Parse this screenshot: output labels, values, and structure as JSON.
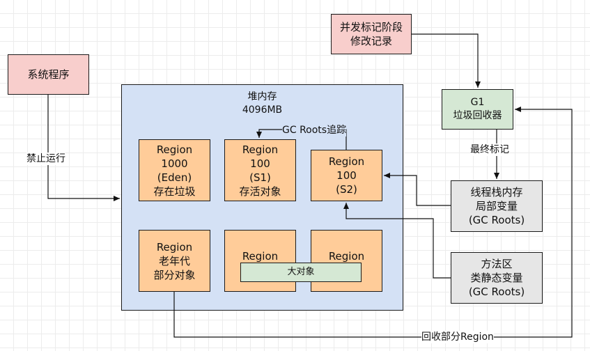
{
  "nodes": {
    "system_program": "系统程序",
    "concurrent_mark": [
      "并发标记阶段",
      "修改记录"
    ],
    "g1": [
      "G1",
      "垃圾回收器"
    ],
    "heap": [
      "堆内存",
      "4096MB"
    ],
    "region_eden": [
      "Region",
      "1000",
      "(Eden)",
      "存在垃圾"
    ],
    "region_s1": [
      "Region",
      "100",
      "(S1)",
      "存活对象"
    ],
    "region_s2": [
      "Region",
      "100",
      "(S2)"
    ],
    "region_old": [
      "Region",
      "老年代",
      "部分对象"
    ],
    "region_big_left": "Region",
    "region_big_right": "Region",
    "big_object": "大对象",
    "thread_stack": [
      "线程栈内存",
      "局部变量",
      "(GC Roots)"
    ],
    "method_area": [
      "方法区",
      "类静态变量",
      "(GC Roots)"
    ]
  },
  "edge_labels": {
    "stop_running": "禁止运行",
    "gc_roots_trace": "GC Roots追踪",
    "final_mark": "最终标记",
    "recycle_part": "回收部分Region"
  },
  "colors": {
    "pink": "#f8cecc",
    "green": "#d5e8d4",
    "gray": "#e6e6e6",
    "orange": "#ffcc99",
    "blue": "#d4e1f5"
  }
}
